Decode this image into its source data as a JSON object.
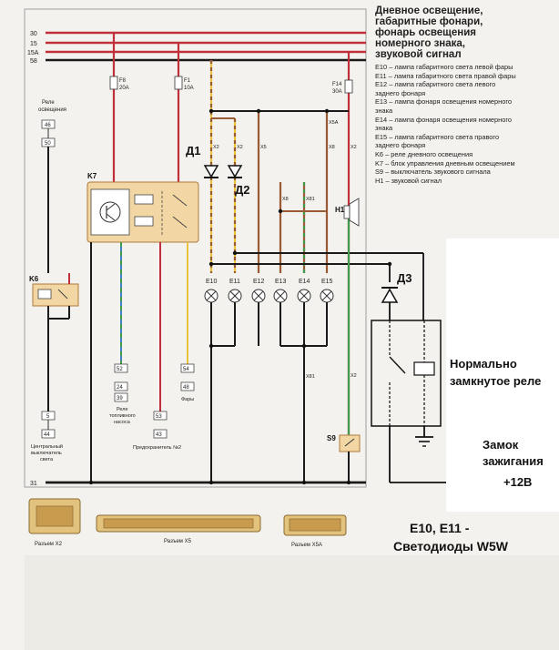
{
  "legend": {
    "title_lines": [
      "Дневное освещение,",
      "габаритные фонари,",
      "фонарь освещения",
      "номерного знака,",
      "звуковой сигнал"
    ],
    "items": [
      "E10 – лампа габаритного света левой фары",
      "E11 – лампа габаритного света правой фары",
      "E12 – лампа габаритного света левого",
      "заднего фонаря",
      "E13 – лампа фонаря освещения номерного",
      "знака",
      "E14 – лампа фонаря освещения номерного",
      "знака",
      "E15 – лампа габаритного света правого",
      "заднего фонаря",
      "K6 – реле дневного освещения",
      "K7 – блок управления дневным освещением",
      "S9 – выключатель звукового сигнала",
      "H1 – звуковой сигнал"
    ]
  },
  "rails": {
    "r30": "30",
    "r15": "15",
    "r15a": "15A",
    "r58": "58",
    "r31": "31"
  },
  "fuses": {
    "f8": "F8",
    "f8_rating": "20A",
    "f1": "F1",
    "f1_rating": "10A",
    "f14": "F14",
    "f14_rating": "30A"
  },
  "components": {
    "k7": "K7",
    "k6": "K6",
    "h1": "H1",
    "s9": "S9",
    "relay_caption_1": "Реле",
    "relay_caption_2": "освещения",
    "e10": "E10",
    "e11": "E11",
    "e12": "E12",
    "e13": "E13",
    "e14": "E14",
    "e15": "E15"
  },
  "connectors": {
    "c46": "46",
    "c50": "50",
    "c52": "52",
    "c24": "24",
    "c39": "39",
    "c53": "53",
    "c43": "43",
    "c54": "54",
    "c48": "48",
    "c5": "5",
    "c44": "44",
    "x2a": "X2",
    "x2b": "X2",
    "x5": "X5",
    "x5a": "X5A",
    "x8a": "X8",
    "x81a": "X81",
    "x8b": "X8",
    "x2c": "X2",
    "x81b": "X81",
    "x2d": "X2"
  },
  "captions": {
    "pump_1": "Реле",
    "pump_2": "топливного",
    "pump_3": "насоса",
    "fuse_note": "Предохранитель №2",
    "lights_note": "Фары",
    "switch_1": "Центральный",
    "switch_2": "выключатель",
    "switch_3": "света",
    "conn_x2": "Разъем X2",
    "conn_x5": "Разъем X5",
    "conn_x5a": "Разъем X5A"
  },
  "annotations": {
    "d1": "Д1",
    "d2": "Д2",
    "d3": "Д3",
    "relay_nc_1": "Нормально",
    "relay_nc_2": "замкнутое реле",
    "ignition_1": "Замок",
    "ignition_2": "зажигания",
    "ignition_3": "+12В",
    "led_1": "E10, E11 -",
    "led_2": "Светодиоды W5W"
  },
  "colors": {
    "red": "#c0303a",
    "yellow": "#e7c23a",
    "brown": "#9a5b34",
    "green": "#3f9a4d",
    "blue": "#3f7ec0",
    "black": "#1a1a1a"
  }
}
